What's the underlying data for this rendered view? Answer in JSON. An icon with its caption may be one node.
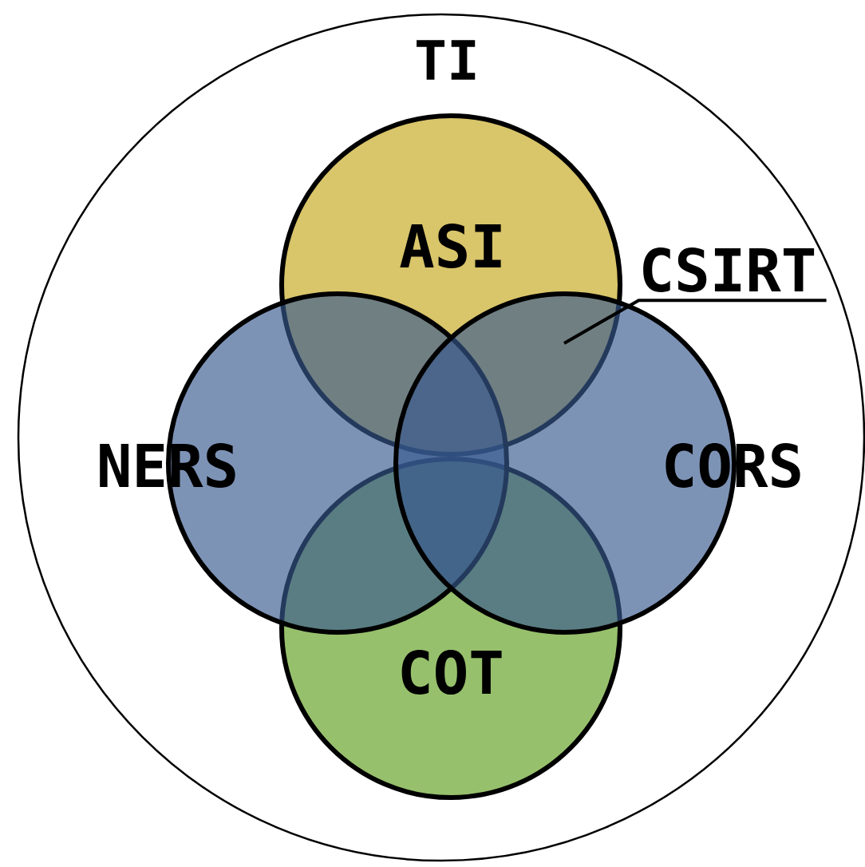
{
  "diagram": {
    "nodes": [
      {
        "text": [
          "TI"
        ]
      },
      {
        "text": [
          "ASI"
        ],
        "in": 0
      },
      {
        "text": [
          "NERS"
        ],
        "in": 0
      },
      {
        "text": [
          "CORS"
        ],
        "in": 0
      },
      {
        "text": [
          "COT"
        ],
        "in": 0
      },
      {
        "text": [
          "CSIRT"
        ],
        "in": 0
      }
    ],
    "edges": [
      {
        "from": 5,
        "to": 1,
        "arrow": "none"
      }
    ]
  }
}
